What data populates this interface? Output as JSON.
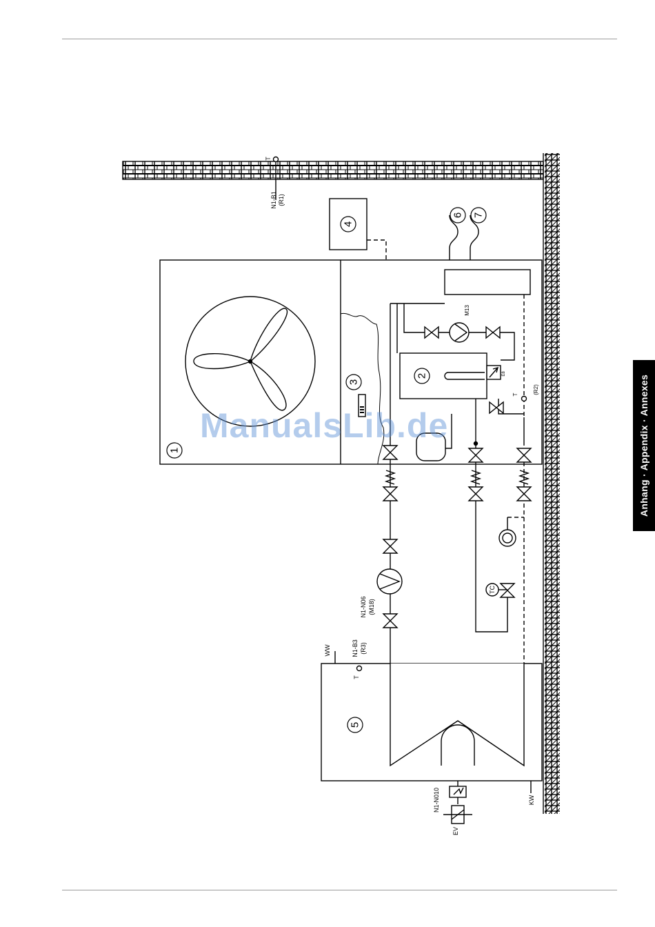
{
  "sidebar": {
    "label": "Anhang · Appendix · Annexes"
  },
  "watermark": "ManualsLib.de",
  "components": {
    "c1": "1",
    "c2": "2",
    "c3": "3",
    "c4": "4",
    "c5": "5",
    "c6": "6",
    "c7": "7"
  },
  "labels": {
    "temp_symbol": "T",
    "outdoor_sensor": "N1-B1",
    "outdoor_sensor_ref": "(R1)",
    "motor_m13": "M13",
    "return_sensor_ref": "(R2)",
    "pump": "N1-N06",
    "pump_ref": "(M18)",
    "hw_sensor": "N1-B3",
    "hw_sensor_ref": "(R3)",
    "hot_water": "WW",
    "cold_water": "KW",
    "heater": "N1-N010",
    "heater_valve": "EV",
    "thermostatic": "TC",
    "e8": "E8"
  }
}
